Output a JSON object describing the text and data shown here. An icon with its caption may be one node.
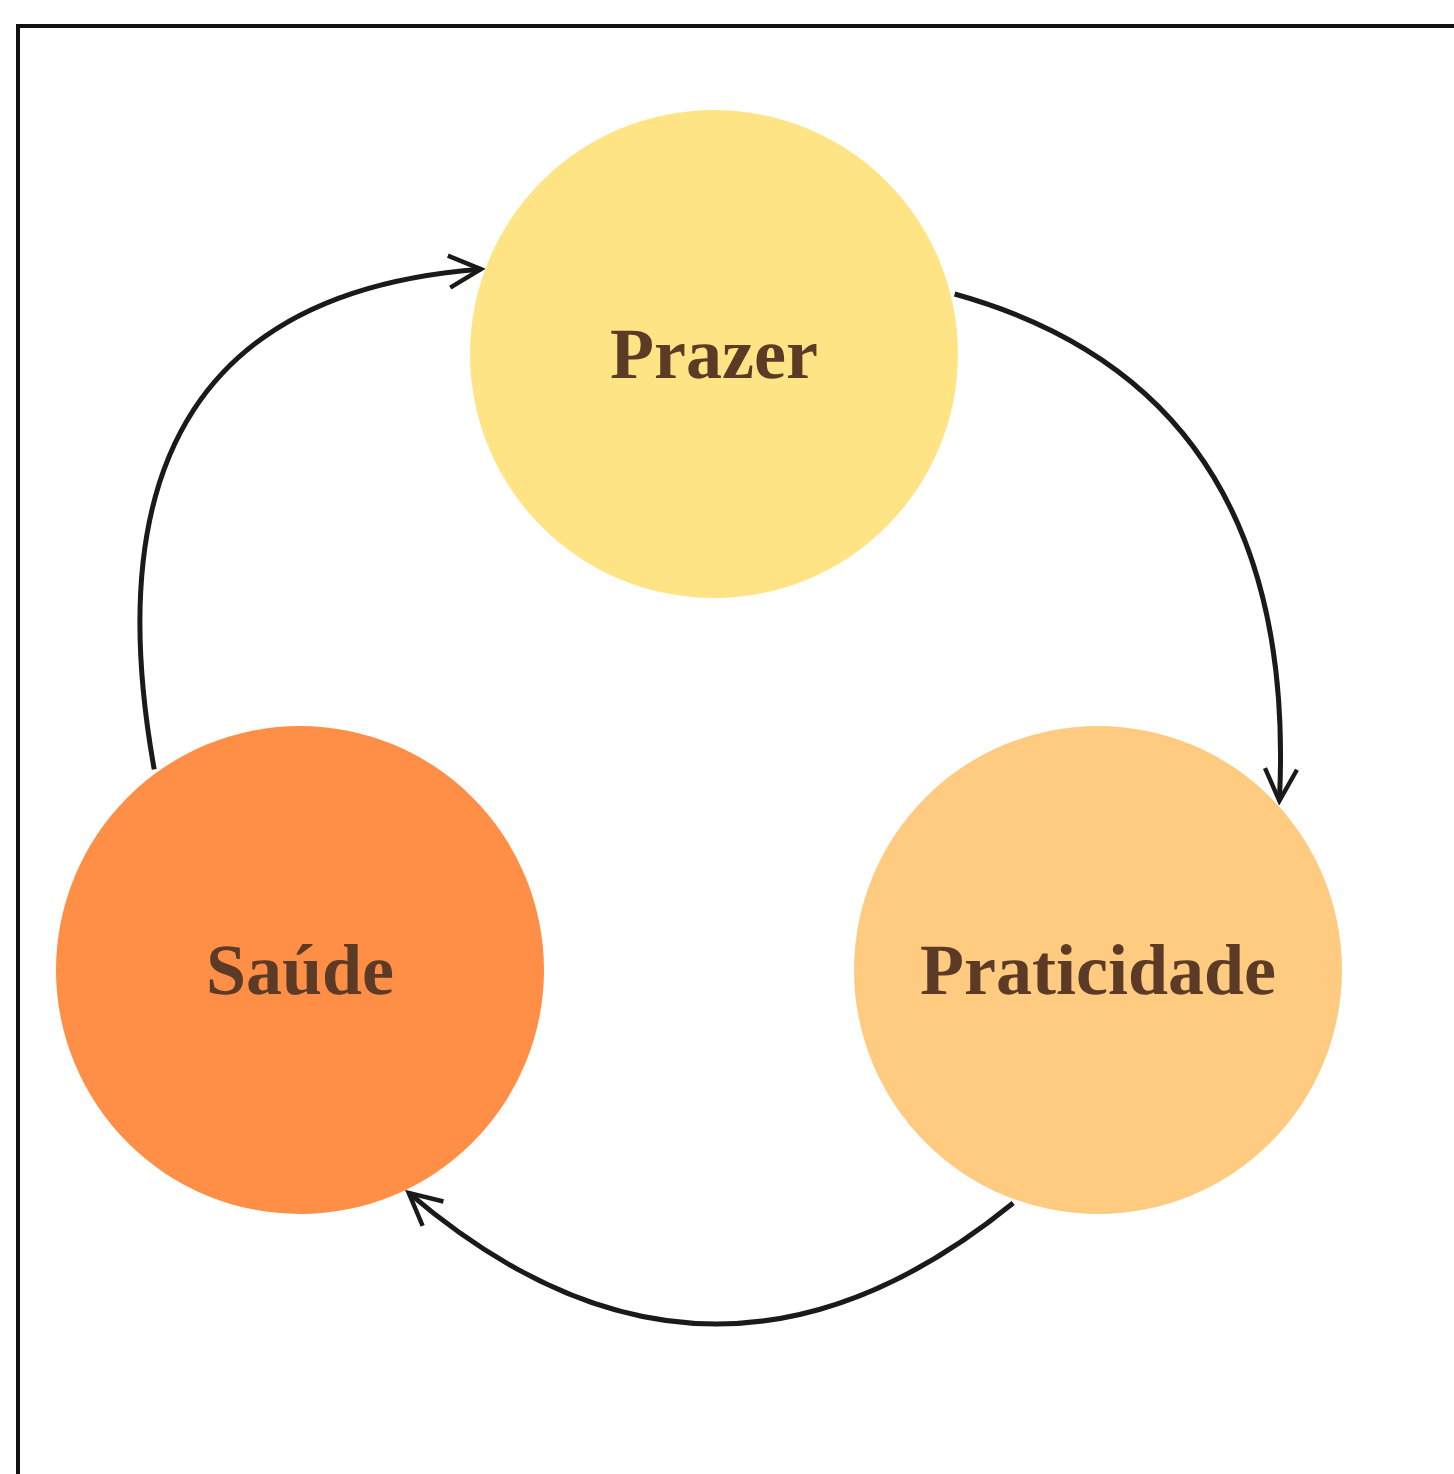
{
  "diagram": {
    "nodes": [
      {
        "text": [
          "Prazer"
        ]
      },
      {
        "text": [
          "Praticidade"
        ]
      },
      {
        "text": [
          "Saúde"
        ]
      }
    ],
    "edges": [
      {
        "from": 0,
        "to": 1,
        "arrow": "to"
      },
      {
        "from": 1,
        "to": 2,
        "arrow": "to"
      },
      {
        "from": 2,
        "to": 0,
        "arrow": "to"
      }
    ]
  }
}
